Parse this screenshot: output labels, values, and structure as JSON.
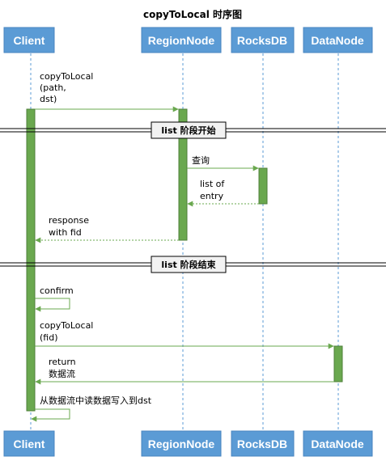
{
  "diagram": {
    "title": "copyToLocal 时序图",
    "participants": [
      "Client",
      "RegionNode",
      "RocksDB",
      "DataNode"
    ],
    "dividers": {
      "list_start": "list 阶段开始",
      "list_end": "list 阶段结束"
    },
    "messages": {
      "m1": [
        "copyToLocal",
        "(path,",
        "dst)"
      ],
      "m2": [
        "查询"
      ],
      "m3": [
        "list of",
        "entry"
      ],
      "m4": [
        "response",
        "with fid"
      ],
      "m5": [
        "confirm"
      ],
      "m6": [
        "copyToLocal",
        "(fid)"
      ],
      "m7": [
        "return",
        "数据流"
      ],
      "m8": [
        "从数据流中读数据写入到dst"
      ]
    },
    "colors": {
      "actor_fill": "#5b9bd5",
      "activation_fill": "#6aa84f",
      "message_color": "#6aa84f"
    }
  }
}
